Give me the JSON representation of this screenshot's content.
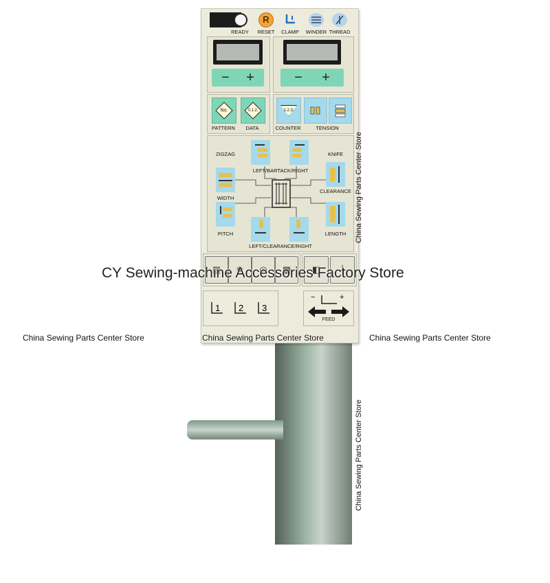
{
  "panel": {
    "top_row": {
      "ready": "READY",
      "reset": "RESET",
      "reset_letter": "R",
      "clamp": "CLAMP",
      "winder": "WINDER",
      "thread": "THREAD"
    },
    "displays": {
      "minus": "−",
      "plus": "+"
    },
    "mode_row": {
      "pattern_icon": "No.",
      "pattern": "PATTERN",
      "data_icon": "0.1.2.",
      "data": "DATA",
      "counter_icon": "1.2.3.",
      "counter": "COUNTER",
      "tension": "TENSION"
    },
    "stitch_grid": {
      "zigzag": "ZIGZAG",
      "knife": "KNIFE",
      "top_label": "LEFT/BARTACK/RIGHT",
      "width": "WIDTH",
      "clearance": "CLEARANCE",
      "pitch": "PITCH",
      "length": "LENGTH",
      "bottom_label": "LEFT/CLEARANCE/RIGHT"
    },
    "memory_row": {
      "m1": "1",
      "m2": "2",
      "m3": "3"
    },
    "feed": {
      "label": "FEED",
      "minus": "−",
      "plus": "+"
    },
    "colors": {
      "panel": "#ecebdc",
      "teal": "#7fd6b7",
      "blue": "#a5d9ec",
      "reset_orange": "#f2a332"
    }
  },
  "watermarks": {
    "center": "CY Sewing-machine Accessories Factory Store",
    "bottom_left": "China Sewing Parts Center Store",
    "bottom_middle": "China Sewing Parts Center Store",
    "bottom_right": "China Sewing Parts Center Store",
    "vertical_upper": "China Sewing Parts Center Store",
    "vertical_lower": "China Sewing Parts Center Store"
  }
}
